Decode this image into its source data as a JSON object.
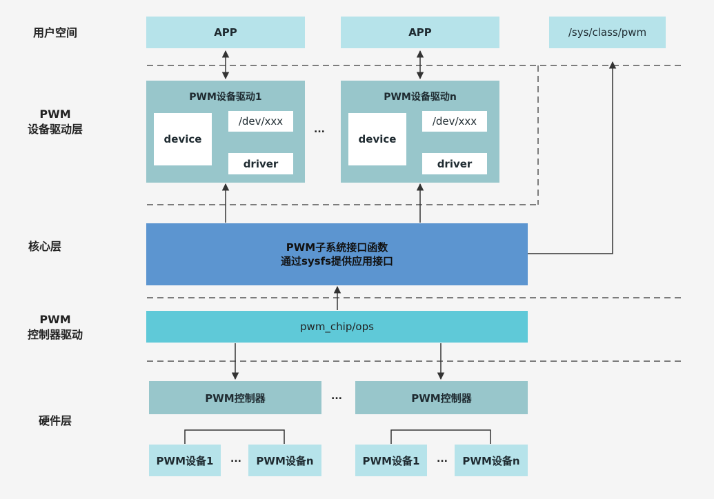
{
  "layers": {
    "user_space": "用户空间",
    "pwm_driver_line1": "PWM",
    "pwm_driver_line2": "设备驱动层",
    "core": "核心层",
    "controller_line1": "PWM",
    "controller_line2": "控制器驱动",
    "hardware": "硬件层"
  },
  "user_space": {
    "app1": "APP",
    "app2": "APP",
    "sysfs": "/sys/class/pwm"
  },
  "drivers": [
    {
      "title": "PWM设备驱动1",
      "device": "device",
      "dev_node": "/dev/xxx",
      "driver": "driver"
    },
    {
      "title": "PWM设备驱动n",
      "device": "device",
      "dev_node": "/dev/xxx",
      "driver": "driver"
    }
  ],
  "driver_ellipsis": "...",
  "core_box": {
    "line1": "PWM子系统接口函数",
    "line2": "通过sysfs提供应用接口"
  },
  "chip_box": "pwm_chip/ops",
  "controllers": [
    "PWM控制器",
    "PWM控制器"
  ],
  "controller_ellipsis": "...",
  "devices": [
    {
      "first": "PWM设备1",
      "last": "PWM设备n",
      "ellipsis": "..."
    },
    {
      "first": "PWM设备1",
      "last": "PWM设备n",
      "ellipsis": "..."
    }
  ],
  "colors": {
    "background": "#f5f5f5",
    "app_box": "#b6e3ea",
    "driver_box": "#98c6cb",
    "core_box": "#5c95d0",
    "chip_box": "#5fc9d8"
  }
}
